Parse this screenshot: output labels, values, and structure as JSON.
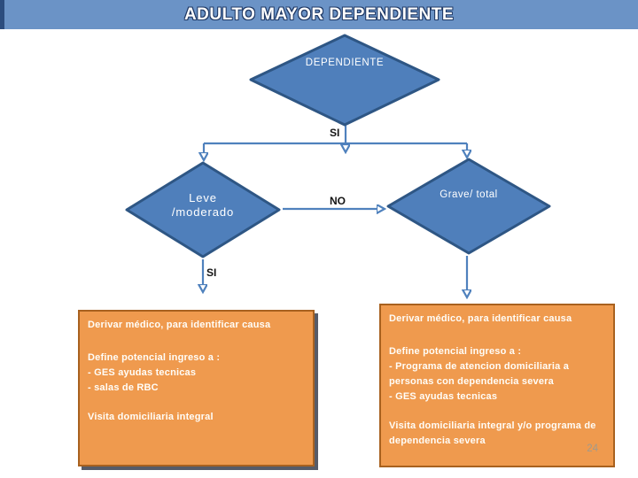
{
  "slide": {
    "title": "ADULTO MAYOR DEPENDIENTE",
    "page_number": "24"
  },
  "flowchart": {
    "top_diamond_label": "DEPENDIENTE",
    "left_diamond_line1": "Leve",
    "left_diamond_line2": "/moderado",
    "right_diamond_label": "Grave/ total",
    "label_si_top": "SI",
    "label_no": "NO",
    "label_si_left": "SI"
  },
  "boxes": {
    "left": {
      "line1": "Derivar médico, para identificar causa",
      "line2": "Define potencial ingreso a :",
      "line3": "- GES ayudas tecnicas",
      "line4": "- salas de RBC",
      "line5": "Visita domiciliaria integral"
    },
    "right": {
      "line1": "Derivar médico, para identificar causa",
      "line2": "Define potencial ingreso a :",
      "line3": "- Programa de atencion domiciliaria a personas con dependencia severa",
      "line4": "- GES ayudas tecnicas",
      "line5": "Visita domiciliaria integral  y/o programa de dependencia severa"
    }
  },
  "colors": {
    "title_bar": "#6b93c6",
    "title_text": "#ffffff",
    "title_outline": "#1f3864",
    "diamond_fill": "#4f7fbb",
    "diamond_border": "#2e5684",
    "arrow": "#4f81bd",
    "box_fill": "#ef9a4e",
    "box_border": "#a8611f",
    "box_text": "#fffdf8",
    "branch_label_text": "#141414"
  }
}
